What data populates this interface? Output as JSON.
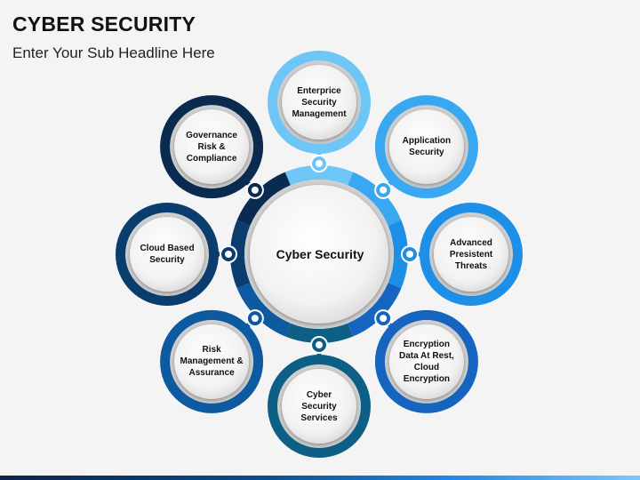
{
  "header": {
    "title": "CYBER SECURITY",
    "subtitle": "Enter Your Sub Headline Here"
  },
  "center": {
    "label": "Cyber Security"
  },
  "nodes": [
    {
      "label": "Enterprice\nSecurity\nManagement",
      "color": "#6ec6f7"
    },
    {
      "label": "Application\nSecurity",
      "color": "#3aa8f0"
    },
    {
      "label": "Advanced\nPresistent\nThreats",
      "color": "#1e8fe6"
    },
    {
      "label": "Encryption\nData At Rest,\nCloud\nEncryption",
      "color": "#1565c0"
    },
    {
      "label": "Cyber\nSecurity\nServices",
      "color": "#0d5f86"
    },
    {
      "label": "Risk\nManagement &\nAssurance",
      "color": "#0d5aa0"
    },
    {
      "label": "Cloud Based\nSecurity",
      "color": "#0a3d6e"
    },
    {
      "label": "Governance\nRisk &\nCompliance",
      "color": "#0a2a4f"
    }
  ],
  "colors": {
    "ring_segments": [
      "#6ec6f7",
      "#3aa8f0",
      "#1e8fe6",
      "#1565c0",
      "#0d5f86",
      "#0d5aa0",
      "#0a3d6e",
      "#0a2a4f"
    ]
  }
}
